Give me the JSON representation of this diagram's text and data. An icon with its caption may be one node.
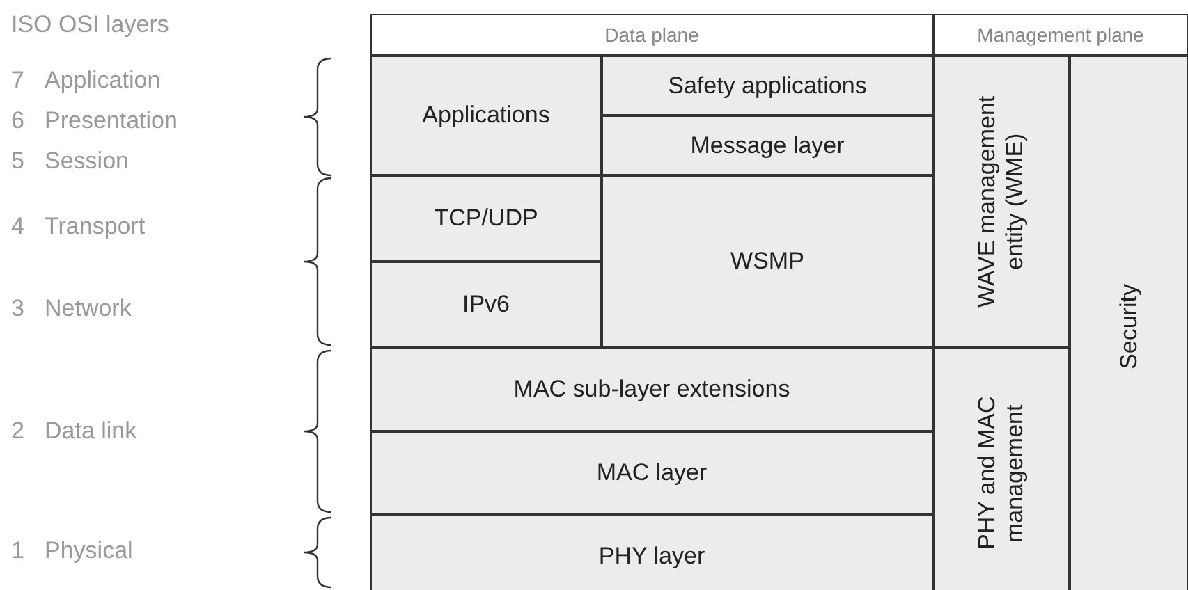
{
  "diagram": {
    "nodes": [
      {
        "text": [
          "Data plane"
        ]
      },
      {
        "text": [
          "Management plane"
        ]
      },
      {
        "text": [
          "Applications"
        ]
      },
      {
        "text": [
          "Safety applications"
        ]
      },
      {
        "text": [
          "Message layer"
        ]
      },
      {
        "text": [
          "WAVE management entity (WME)"
        ]
      },
      {
        "text": [
          "Security"
        ]
      },
      {
        "text": [
          "TCP/UDP"
        ]
      },
      {
        "text": [
          "WSMP"
        ]
      },
      {
        "text": [
          "IPv6"
        ]
      },
      {
        "text": [
          "MAC sub-layer extensions"
        ]
      },
      {
        "text": [
          "PHY and MAC management"
        ]
      },
      {
        "text": [
          "MAC layer"
        ]
      },
      {
        "text": [
          "PHY layer"
        ]
      }
    ],
    "edges": [],
    "labels": [
      "ISO OSI layers",
      "7",
      "Application",
      "6",
      "Presentation",
      "5",
      "Session",
      "4",
      "Transport",
      "3",
      "Network",
      "2",
      "Data link",
      "1",
      "Physical"
    ]
  }
}
